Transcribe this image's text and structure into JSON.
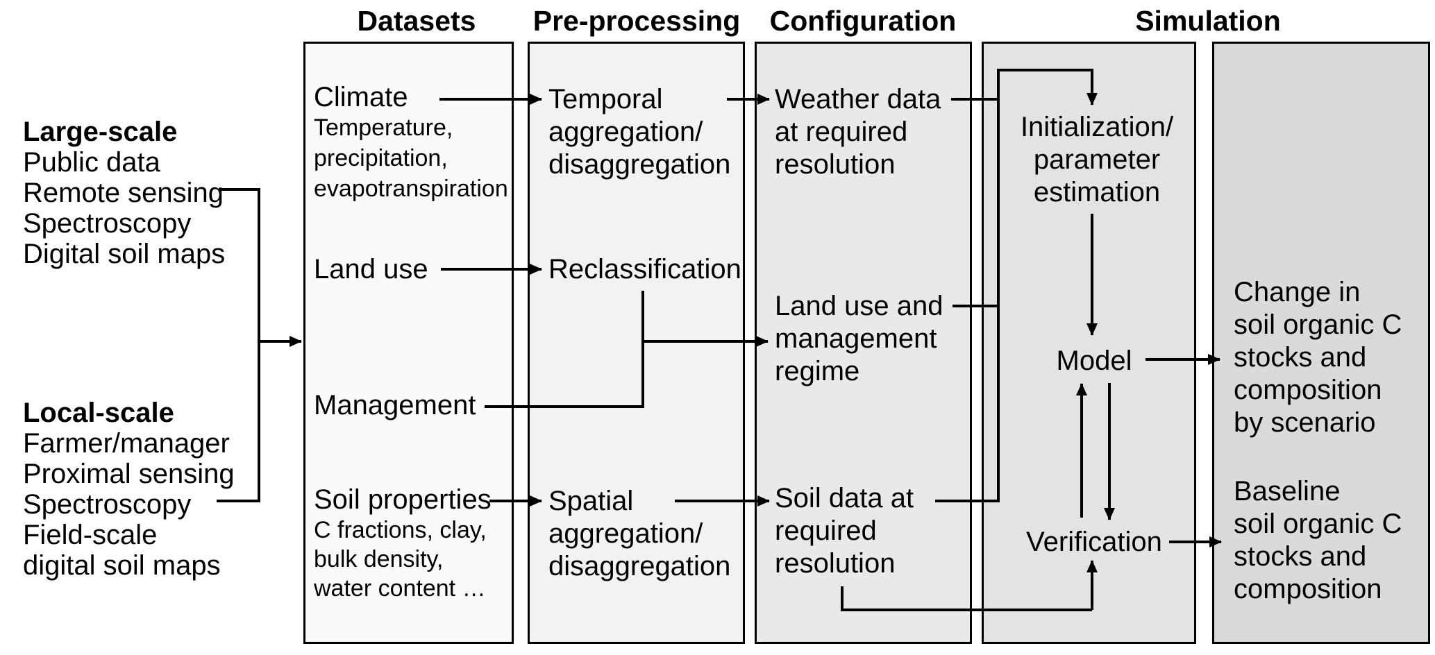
{
  "headers": {
    "datasets": "Datasets",
    "preprocessing": "Pre-processing",
    "configuration": "Configuration",
    "simulation": "Simulation"
  },
  "left_panel": {
    "large_scale": {
      "title": "Large-scale",
      "items": [
        "Public data",
        "Remote sensing",
        "Spectroscopy",
        "Digital soil maps"
      ]
    },
    "local_scale": {
      "title": "Local-scale",
      "items": [
        "Farmer/manager",
        "Proximal sensing",
        "Spectroscopy",
        "Field-scale",
        "digital soil maps"
      ]
    }
  },
  "datasets_box": {
    "climate": {
      "label": "Climate",
      "sublines": [
        "Temperature,",
        "precipitation,",
        "evapotranspiration"
      ]
    },
    "land_use": {
      "label": "Land use"
    },
    "management": {
      "label": "Management"
    },
    "soil_properties": {
      "label": "Soil properties",
      "sublines": [
        "C fractions, clay,",
        "bulk density,",
        "water content …"
      ]
    }
  },
  "preprocessing_box": {
    "temporal": [
      "Temporal",
      "aggregation/",
      "disaggregation"
    ],
    "reclassification": "Reclassification",
    "spatial": [
      "Spatial",
      "aggregation/",
      "disaggregation"
    ]
  },
  "configuration_box": {
    "weather": [
      "Weather data",
      "at required",
      "resolution"
    ],
    "landuse_mgmt": [
      "Land use and",
      "management",
      "regime"
    ],
    "soil_data": [
      "Soil data at",
      "required",
      "resolution"
    ]
  },
  "simulation_box": {
    "initialization": [
      "Initialization/",
      "parameter",
      "estimation"
    ],
    "model": "Model",
    "verification": "Verification"
  },
  "output_box": {
    "scenario": [
      "Change in",
      "soil organic C",
      "stocks and",
      "composition",
      "by scenario"
    ],
    "baseline": [
      "Baseline",
      "soil organic C",
      "stocks and",
      "composition"
    ]
  },
  "colors": {
    "datasets_fill": "#fafafa",
    "preprocessing_fill": "#f2f2f2",
    "configuration_fill": "#e9e9e9",
    "simulation_fill": "#e3e3e3",
    "output_fill": "#dadada",
    "line": "#000000",
    "text": "#000000"
  }
}
